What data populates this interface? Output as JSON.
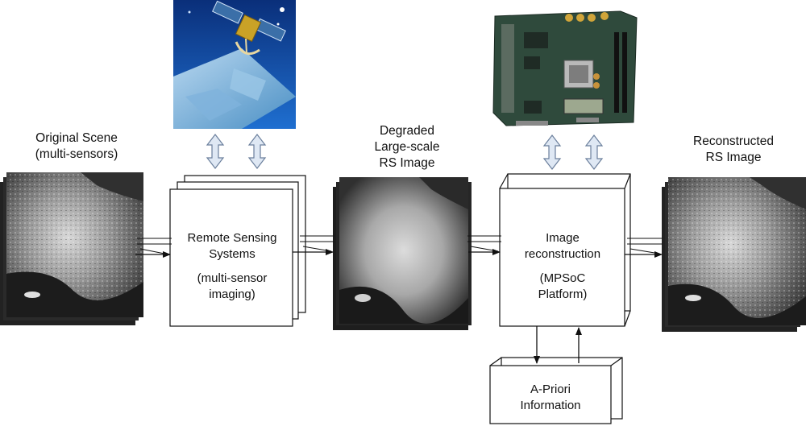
{
  "labels": {
    "original_scene": {
      "line1": "Original Scene",
      "line2": "(multi-sensors)"
    },
    "degraded": {
      "line1": "Degraded",
      "line2": "Large-scale",
      "line3": "RS Image"
    },
    "reconstructed": {
      "line1": "Reconstructed",
      "line2": "RS Image"
    }
  },
  "blocks": {
    "remote_sensing": {
      "line1": "Remote Sensing",
      "line2": "Systems",
      "line3": "(multi-sensor",
      "line4": "imaging)"
    },
    "image_reconstruction": {
      "line1": "Image",
      "line2": "reconstruction",
      "line3": "(MPSoC",
      "line4": "Platform)"
    },
    "a_priori": {
      "line1": "A-Priori",
      "line2": "Information"
    }
  },
  "images": {
    "satellite": "satellite-illustration",
    "fpga_board": "fpga-development-board",
    "rs_scene": "aerial-grayscale-coastal-city"
  },
  "colors": {
    "line": "#111111",
    "double_arrow_fill": "#dfe8f4",
    "double_arrow_stroke": "#6b7f9c",
    "sat_sky": "#0b3a8a",
    "board_green": "#2f4a3c"
  }
}
